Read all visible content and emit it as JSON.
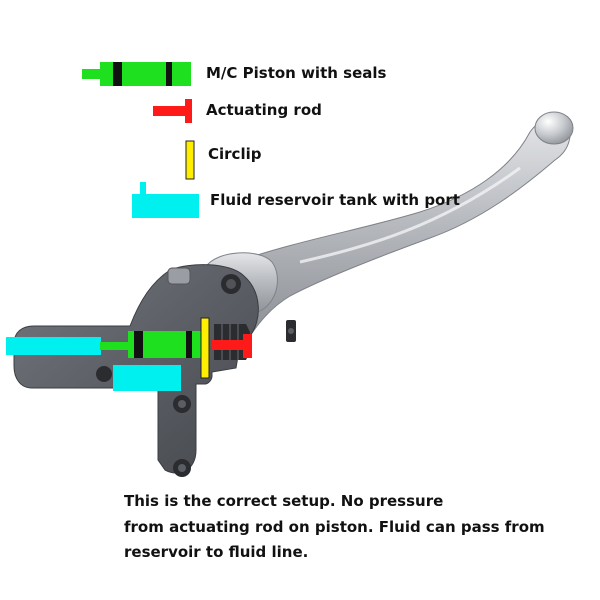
{
  "legend": {
    "piston": "M/C Piston with seals",
    "rod": "Actuating rod",
    "circlip": "Circlip",
    "reservoir": "Fluid reservoir tank with port"
  },
  "caption": {
    "line1": "This is the correct setup. No pressure",
    "line2": "from actuating rod on piston. Fluid can pass from",
    "line3": "reservoir to fluid line."
  },
  "colors": {
    "piston": "#1ee01e",
    "seal": "#111111",
    "rod": "#ff1a1a",
    "circlip": "#ffee00",
    "reservoir": "#00f0f0",
    "lever": "#b9bcc0",
    "body": "#5c6066"
  }
}
